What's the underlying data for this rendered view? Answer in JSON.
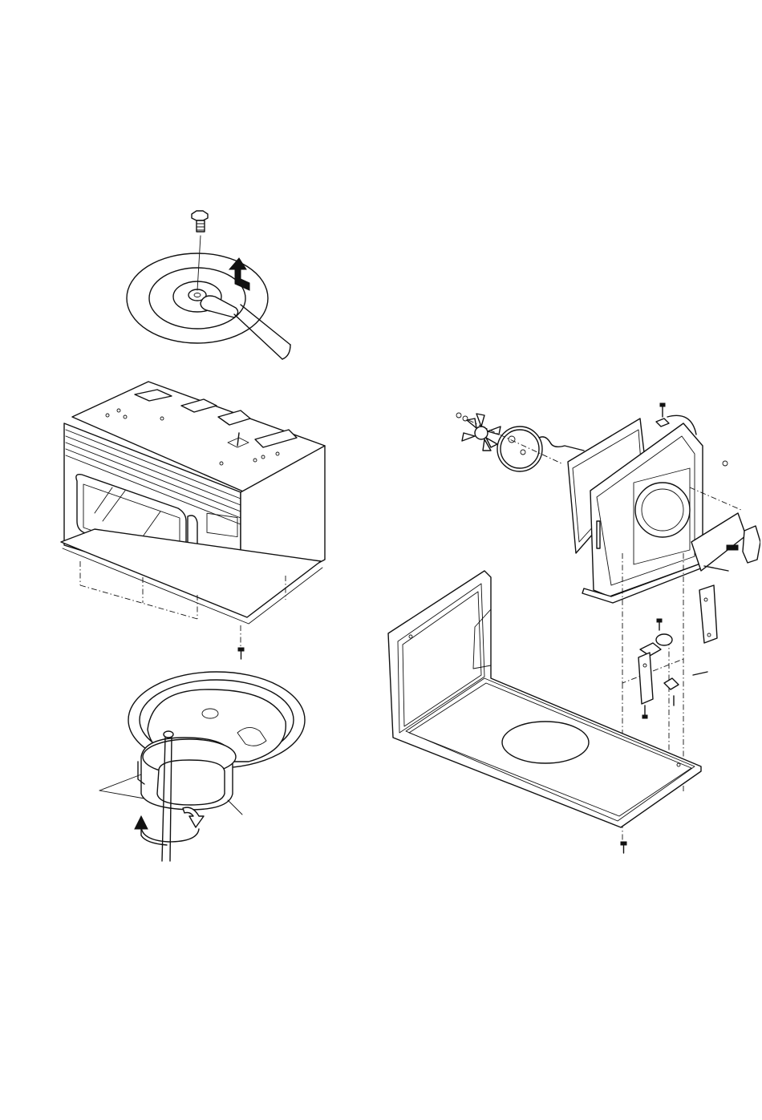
{
  "page": {
    "background_color": "#ffffff",
    "line_color": "#111111"
  },
  "figures": [
    {
      "id": "turntable-removal",
      "icon": "turntable-removal-illustration"
    },
    {
      "id": "oven-base-plate",
      "icon": "microwave-oven-illustration"
    },
    {
      "id": "turntable-motor",
      "icon": "turntable-motor-illustration"
    },
    {
      "id": "convection-assembly",
      "icon": "exploded-view-illustration"
    }
  ]
}
